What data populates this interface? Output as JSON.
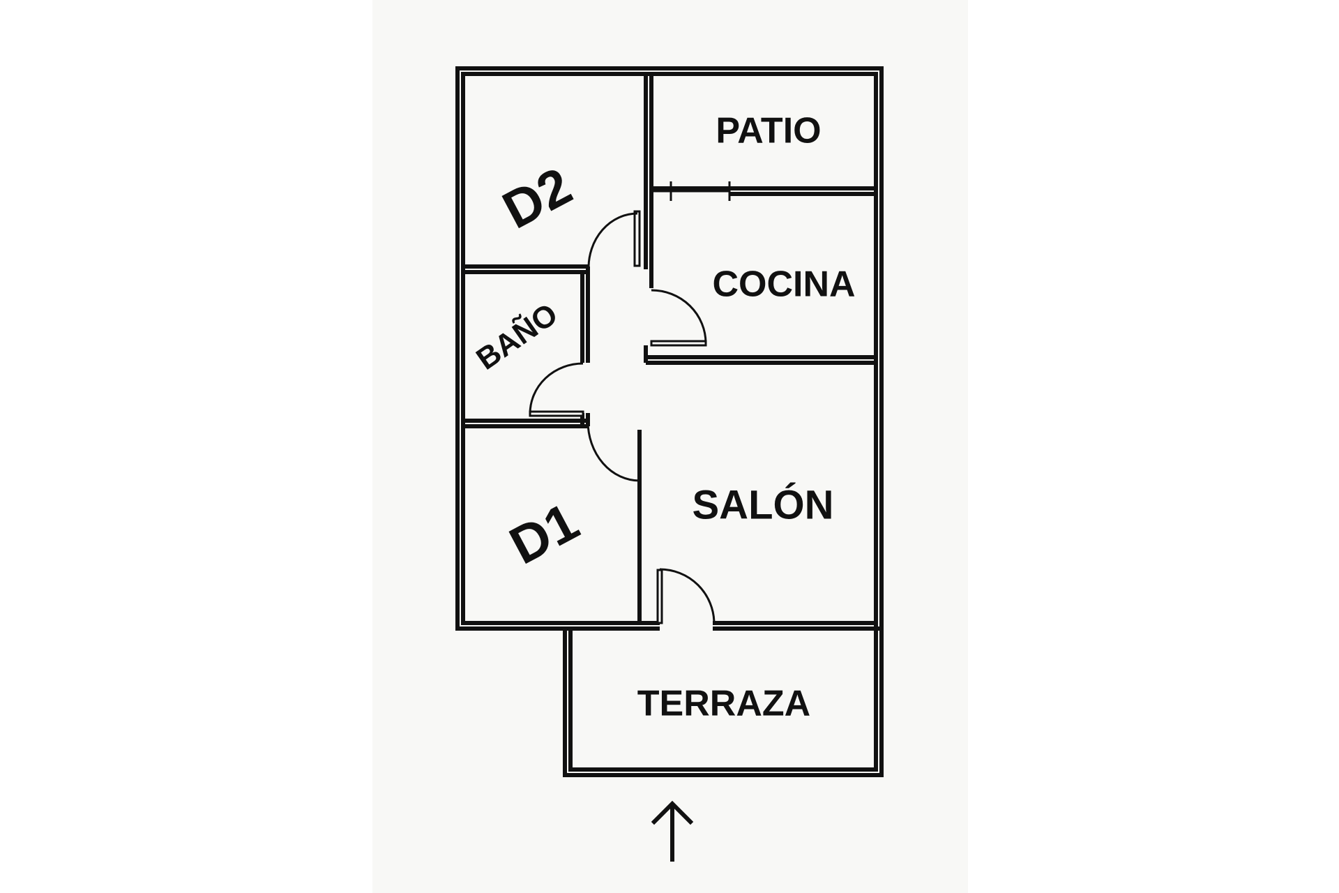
{
  "colors": {
    "background": "#ffffff",
    "paper": "#f8f8f6",
    "wall": "#111111"
  },
  "rooms": {
    "patio": "PATIO",
    "d2": "D2",
    "cocina": "COCINA",
    "bano": "BAÑO",
    "salon": "SALÓN",
    "d1": "D1",
    "terraza": "TERRAZA"
  },
  "north_arrow": {
    "icon": "north-arrow-icon",
    "direction": "up"
  }
}
